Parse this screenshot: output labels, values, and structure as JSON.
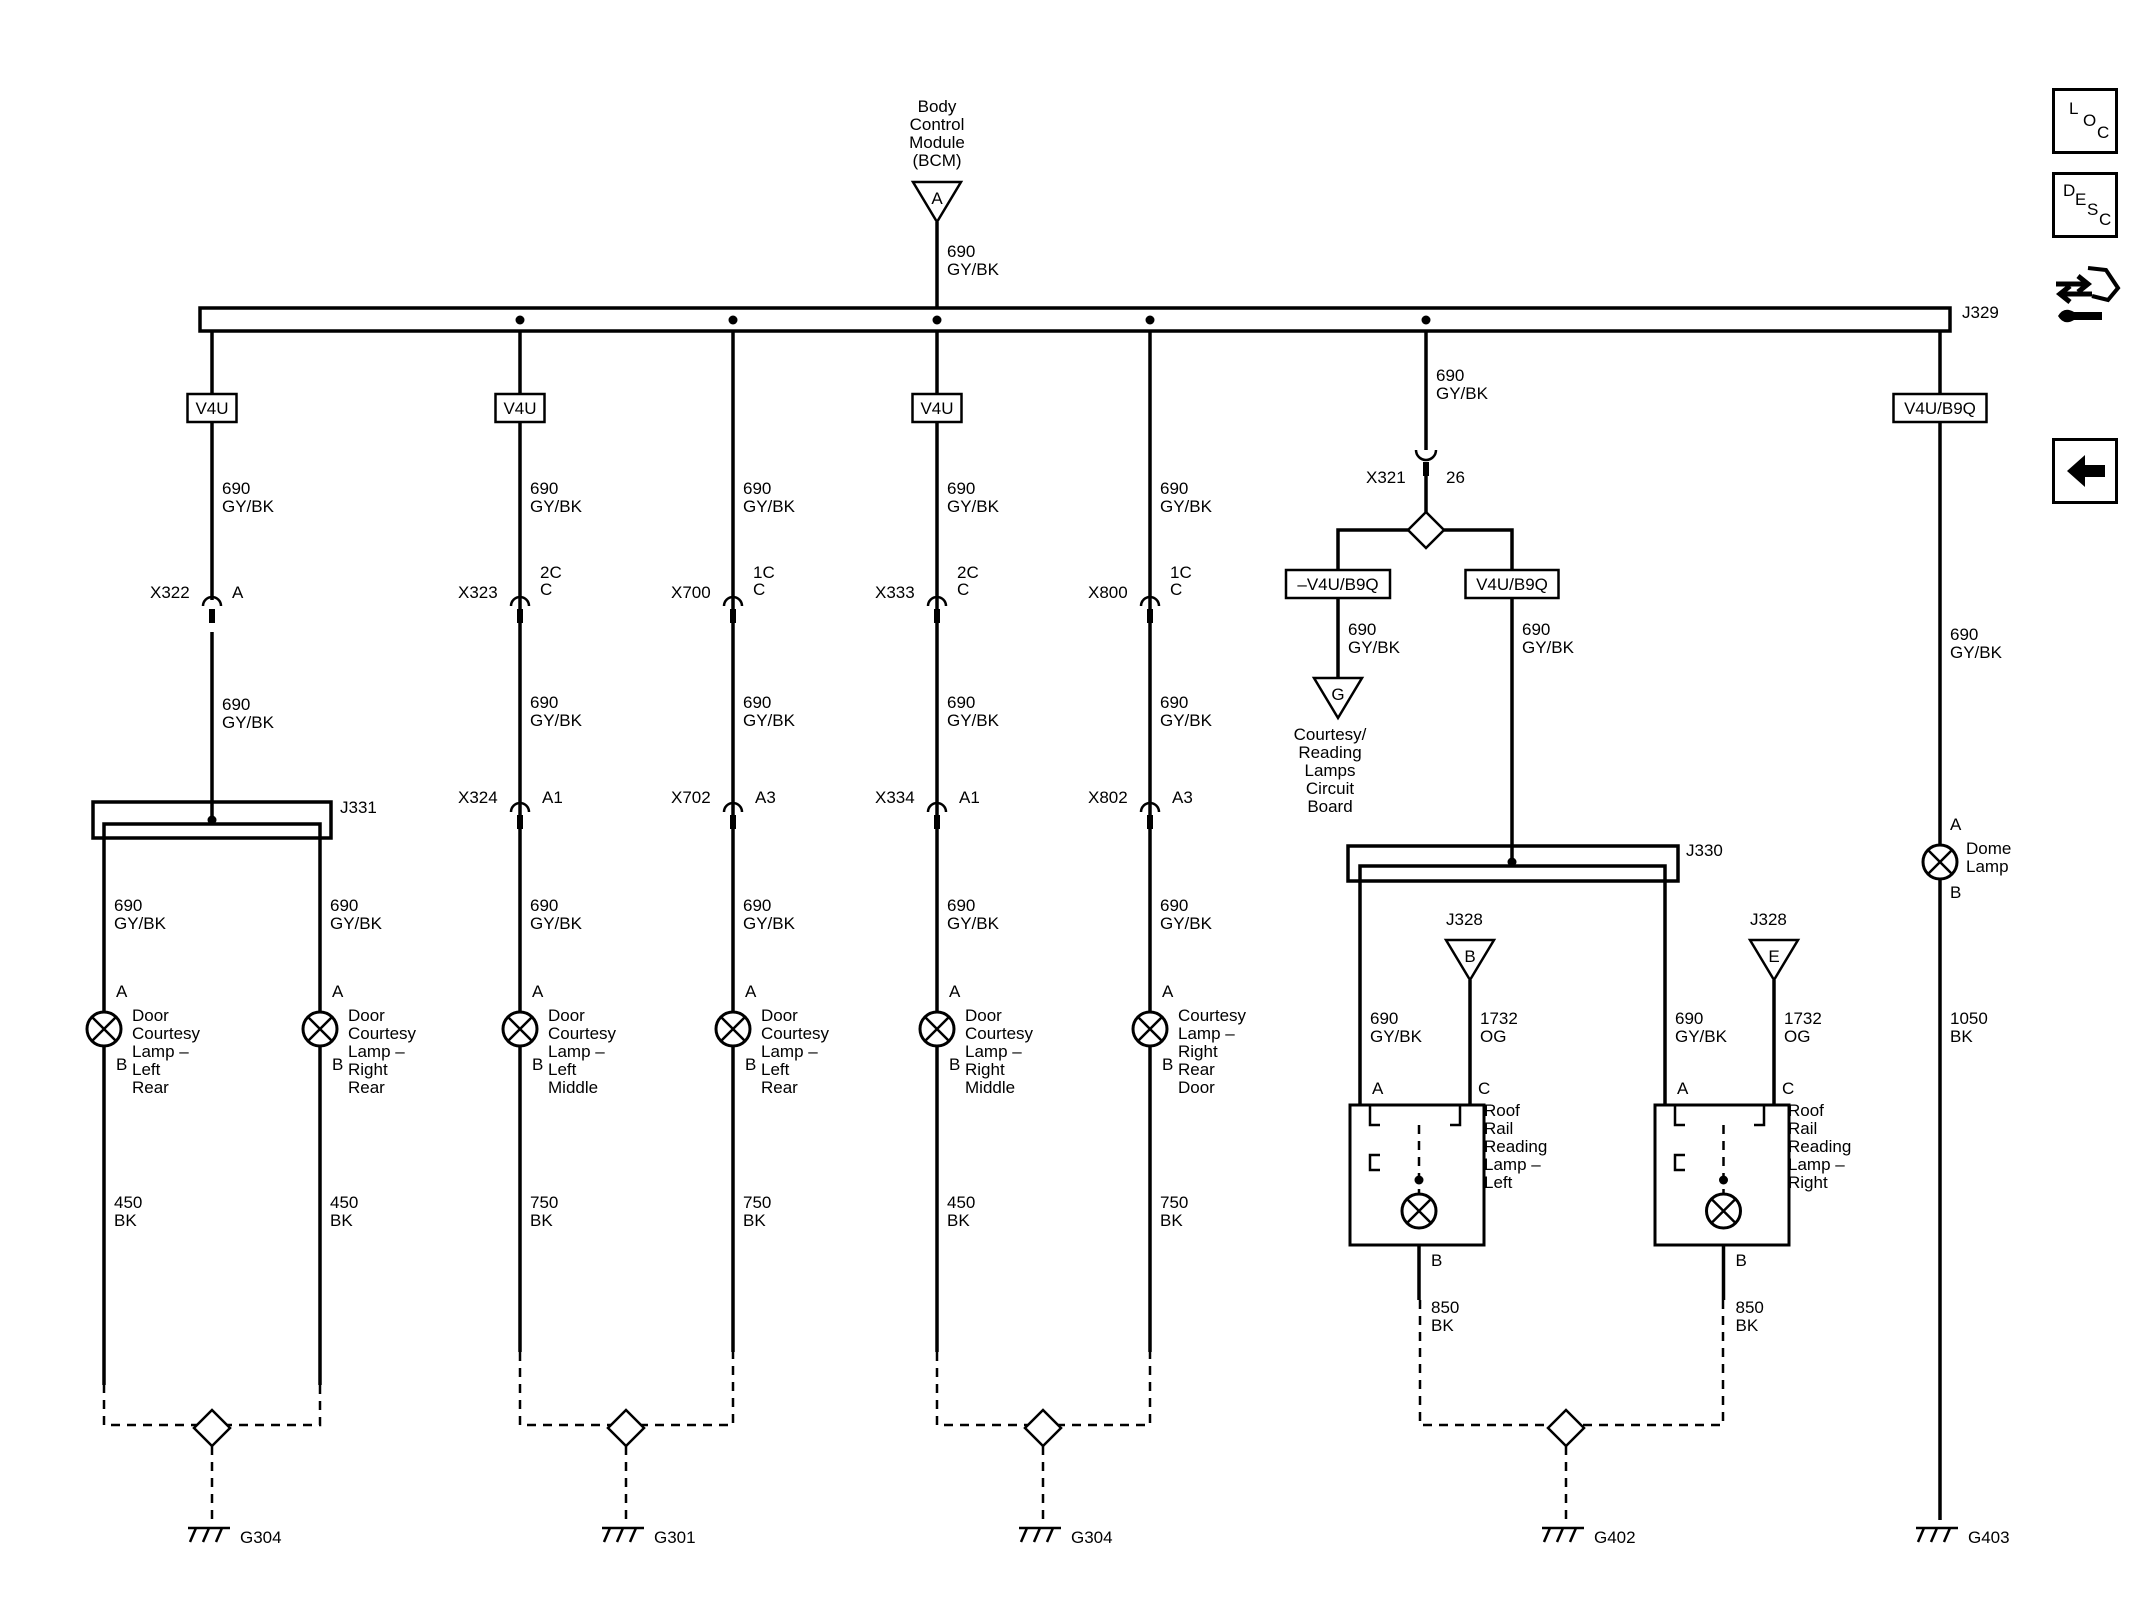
{
  "bcm": {
    "lines": [
      "Body",
      "Control",
      "Module",
      "(BCM)"
    ],
    "pin": "A"
  },
  "splices": {
    "j329": "J329",
    "j331": "J331",
    "j330": "J330"
  },
  "wire": {
    "gy": [
      "690",
      "GY/BK"
    ],
    "og": [
      "1732",
      "OG"
    ]
  },
  "options": {
    "v4u": "V4U",
    "v4u_b9q": "V4U/B9Q",
    "not_v4u_b9q": "–V4U/B9Q"
  },
  "connectors": {
    "x321": {
      "id": "X321",
      "pin": "26"
    },
    "top": [
      {
        "id": "X322",
        "pin": [
          "A"
        ]
      },
      {
        "id": "X323",
        "pin": [
          "2C",
          "C"
        ]
      },
      {
        "id": "X700",
        "pin": [
          "1C",
          "C"
        ]
      },
      {
        "id": "X333",
        "pin": [
          "2C",
          "C"
        ]
      },
      {
        "id": "X800",
        "pin": [
          "1C",
          "C"
        ]
      }
    ],
    "bottom": [
      {
        "id": "X324",
        "pin": "A1"
      },
      {
        "id": "X702",
        "pin": "A3"
      },
      {
        "id": "X334",
        "pin": "A1"
      },
      {
        "id": "X802",
        "pin": "A3"
      }
    ]
  },
  "lamps": [
    {
      "label": [
        "Door",
        "Courtesy",
        "Lamp –",
        "Left",
        "Rear"
      ],
      "pin_a": "A",
      "pin_b": "B",
      "ground_wire": [
        "450",
        "BK"
      ]
    },
    {
      "label": [
        "Door",
        "Courtesy",
        "Lamp –",
        "Right",
        "Rear"
      ],
      "pin_a": "A",
      "pin_b": "B",
      "ground_wire": [
        "450",
        "BK"
      ]
    },
    {
      "label": [
        "Door",
        "Courtesy",
        "Lamp –",
        "Left",
        "Middle"
      ],
      "pin_a": "A",
      "pin_b": "B",
      "ground_wire": [
        "750",
        "BK"
      ]
    },
    {
      "label": [
        "Door",
        "Courtesy",
        "Lamp –",
        "Left",
        "Rear"
      ],
      "pin_a": "A",
      "pin_b": "B",
      "ground_wire": [
        "750",
        "BK"
      ]
    },
    {
      "label": [
        "Door",
        "Courtesy",
        "Lamp –",
        "Right",
        "Middle"
      ],
      "pin_a": "A",
      "pin_b": "B",
      "ground_wire": [
        "450",
        "BK"
      ]
    },
    {
      "label": [
        "Courtesy",
        "Lamp –",
        "Right",
        "Rear",
        "Door"
      ],
      "pin_a": "A",
      "pin_b": "B",
      "ground_wire": [
        "750",
        "BK"
      ]
    }
  ],
  "reading_lamps": [
    {
      "label": [
        "Roof",
        "Rail",
        "Reading",
        "Lamp –",
        "Left"
      ],
      "j328_pin": "B",
      "pin_a": "A",
      "pin_c": "C",
      "pin_b": "B",
      "ground_wire": [
        "850",
        "BK"
      ]
    },
    {
      "label": [
        "Roof",
        "Rail",
        "Reading",
        "Lamp –",
        "Right"
      ],
      "j328_pin": "E",
      "pin_a": "A",
      "pin_c": "C",
      "pin_b": "B",
      "ground_wire": [
        "850",
        "BK"
      ]
    }
  ],
  "j328": "J328",
  "courtesy_board": {
    "pin": "G",
    "label": [
      "Courtesy/",
      "Reading",
      "Lamps",
      "Circuit",
      "Board"
    ]
  },
  "dome": {
    "label": [
      "Dome",
      "Lamp"
    ],
    "pin_a": "A",
    "pin_b": "B",
    "ground_wire": [
      "1050",
      "BK"
    ]
  },
  "grounds": [
    "G304",
    "G301",
    "G304",
    "G402",
    "G403"
  ],
  "nav": {
    "loc": [
      "L",
      "O",
      "C"
    ],
    "desc": [
      "D",
      "E",
      "S",
      "C"
    ],
    "icons": [
      "connector-pin-icon",
      "back-arrow-icon"
    ]
  }
}
